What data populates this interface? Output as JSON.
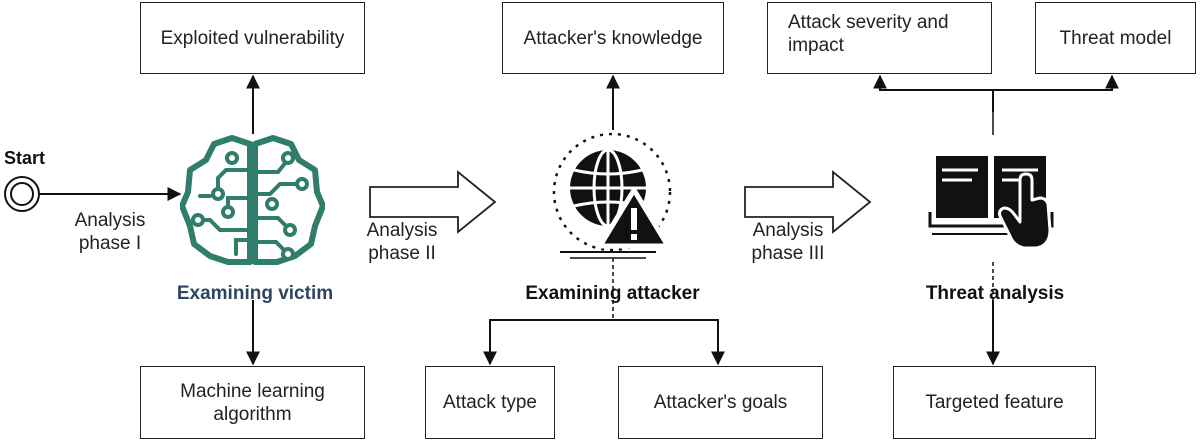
{
  "start": {
    "label": "Start"
  },
  "phases": {
    "phase1": {
      "line1": "Analysis",
      "line2": "phase I"
    },
    "phase2": {
      "line1": "Analysis",
      "line2": "phase II"
    },
    "phase3": {
      "line1": "Analysis",
      "line2": "phase III"
    }
  },
  "stages": {
    "victim": {
      "title": "Examining victim",
      "title_color": "#2e4460",
      "icon": "brain-circuit-icon",
      "icon_color": "#2f7d6a"
    },
    "attacker": {
      "title": "Examining attacker",
      "icon": "globe-warning-icon"
    },
    "threat": {
      "title": "Threat analysis",
      "icon": "book-hand-icon"
    }
  },
  "boxes": {
    "exploited_vulnerability": "Exploited vulnerability",
    "ml_algorithm": {
      "line1": "Machine learning",
      "line2": "algorithm"
    },
    "attackers_knowledge": "Attacker's knowledge",
    "attack_type": "Attack type",
    "attackers_goals": "Attacker's goals",
    "attack_severity": {
      "line1": "Attack severity and",
      "line2": "impact"
    },
    "threat_model": "Threat model",
    "targeted_feature": "Targeted feature"
  }
}
